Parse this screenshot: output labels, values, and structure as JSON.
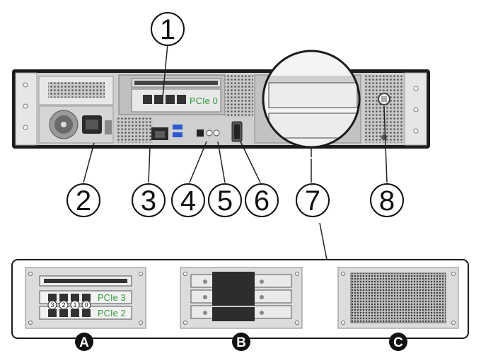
{
  "callouts": [
    "1",
    "2",
    "3",
    "4",
    "5",
    "6",
    "7",
    "8"
  ],
  "pcie_labels": {
    "slot0": "PCIe 0",
    "slot3": "PCIe 3",
    "slot2": "PCIe 2"
  },
  "port_numbers": [
    "3",
    "2",
    "1",
    "0"
  ],
  "panel_letters": [
    "A",
    "B",
    "C"
  ],
  "colors": {
    "pcie_label": "#2e9b3a",
    "chassis": "#1a1a1a",
    "panel": "#d8d8d8"
  }
}
